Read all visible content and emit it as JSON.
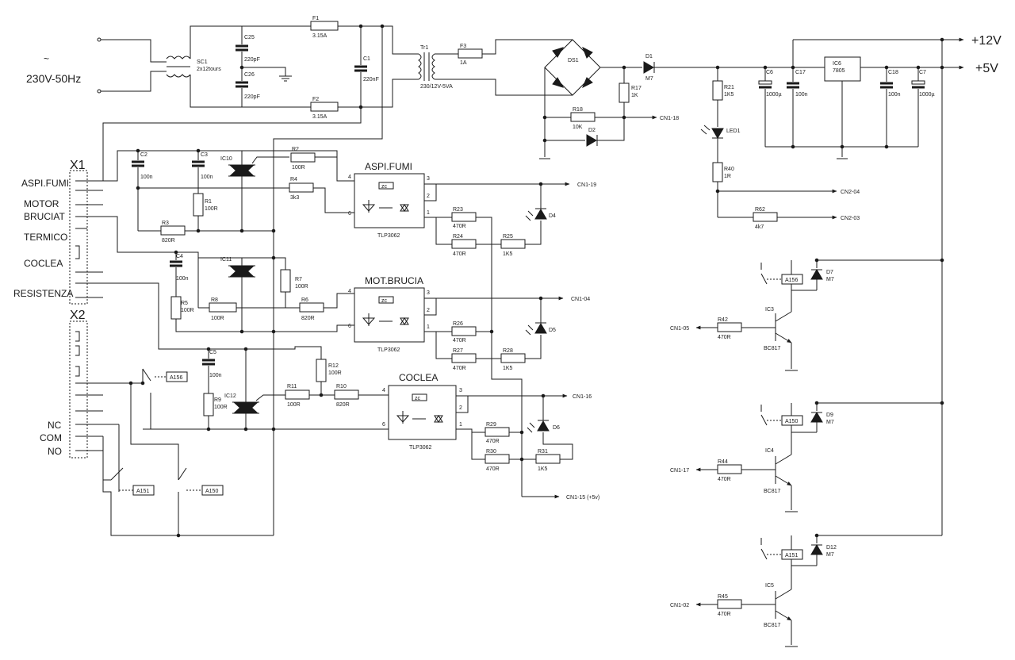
{
  "power_input": {
    "symbol": "~",
    "label": "230V-50Hz"
  },
  "rails": {
    "v12": "+12V",
    "v5": "+5V"
  },
  "components": {
    "SC1": [
      "SC1",
      "2x12tours"
    ],
    "C25": [
      "C25",
      "220pF"
    ],
    "C26": [
      "C26",
      "220pF"
    ],
    "F1": [
      "F1",
      "3.15A"
    ],
    "F2": [
      "F2",
      "3.15A"
    ],
    "C1": [
      "C1",
      "220nF"
    ],
    "Tr1": [
      "Tr1",
      "230/12V-5VA"
    ],
    "F3": [
      "F3",
      "1A"
    ],
    "DS1": [
      "DS1"
    ],
    "D1": [
      "D1",
      "M7"
    ],
    "R17": [
      "R17",
      "1K"
    ],
    "R18": [
      "R18",
      "10K"
    ],
    "D2": [
      "D2"
    ],
    "R21": [
      "R21",
      "1K5"
    ],
    "LED1": [
      "LED1"
    ],
    "R40": [
      "R40",
      "1R"
    ],
    "R62": [
      "R62",
      "4k7"
    ],
    "C6": [
      "C6",
      "1000µ"
    ],
    "C17": [
      "C17",
      "100n"
    ],
    "IC6": [
      "IC6",
      "7805"
    ],
    "C18": [
      "C18",
      "100n"
    ],
    "C7": [
      "C7",
      "1000µ"
    ],
    "C2": [
      "C2",
      "100n"
    ],
    "C3": [
      "C3",
      "100n"
    ],
    "IC10": [
      "IC10"
    ],
    "R2": [
      "R2",
      "100R"
    ],
    "R4": [
      "R4",
      "3k3"
    ],
    "R1": [
      "R1",
      "100R"
    ],
    "R3": [
      "R3",
      "820R"
    ],
    "C4": [
      "C4",
      "100n"
    ],
    "IC11": [
      "IC11"
    ],
    "R7": [
      "R7",
      "100R"
    ],
    "R5": [
      "R5",
      "100R"
    ],
    "R8": [
      "R8",
      "100R"
    ],
    "R6": [
      "R6",
      "820R"
    ],
    "C5": [
      "C5",
      "100n"
    ],
    "IC12": [
      "IC12"
    ],
    "R12": [
      "R12",
      "100R"
    ],
    "R9": [
      "R9",
      "100R"
    ],
    "R11": [
      "R11",
      "100R"
    ],
    "R10": [
      "R10",
      "820R"
    ],
    "R23": [
      "R23",
      "470R"
    ],
    "R24": [
      "R24",
      "470R"
    ],
    "R25": [
      "R25",
      "1K5"
    ],
    "D4": [
      "D4"
    ],
    "R26": [
      "R26",
      "470R"
    ],
    "R27": [
      "R27",
      "470R"
    ],
    "R28": [
      "R28",
      "1K5"
    ],
    "D5": [
      "D5"
    ],
    "R29": [
      "R29",
      "470R"
    ],
    "R30": [
      "R30",
      "470R"
    ],
    "R31": [
      "R31",
      "1K5"
    ],
    "D6": [
      "D6"
    ],
    "D7": [
      "D7",
      "M7"
    ],
    "D9": [
      "D9",
      "M7"
    ],
    "D12": [
      "D12",
      "M7"
    ],
    "IC3": [
      "IC3",
      "BC817"
    ],
    "IC4": [
      "IC4",
      "BC817"
    ],
    "IC5": [
      "IC5",
      "BC817"
    ],
    "R42": [
      "R42",
      "470R"
    ],
    "R44": [
      "R44",
      "470R"
    ],
    "R45": [
      "R45",
      "470R"
    ]
  },
  "opto": {
    "aspi": {
      "title": "ASPI.FUMI",
      "part": "TLP3062",
      "pin4": "4",
      "pin6": "6",
      "pin3": "3",
      "pin2": "2",
      "pin1": "1"
    },
    "motor": {
      "title": "MOT.BRUCIA",
      "part": "TLP3062",
      "pin4": "4",
      "pin6": "6",
      "pin3": "3",
      "pin2": "2",
      "pin1": "1"
    },
    "coclea": {
      "title": "COCLEA",
      "part": "TLP3062",
      "pin4": "4",
      "pin6": "6",
      "pin3": "3",
      "pin2": "2",
      "pin1": "1"
    }
  },
  "relays": {
    "A156": "A156",
    "A150": "A150",
    "A151": "A151"
  },
  "connectors": {
    "X1": {
      "title": "X1",
      "labels": [
        "ASPI.FUMI",
        "MOTOR",
        "BRUCIAT",
        "TERMICO",
        "COCLEA",
        "RESISTENZA"
      ]
    },
    "X2": {
      "title": "X2",
      "labels": [
        "NC",
        "COM",
        "NO"
      ]
    }
  },
  "net_labels": {
    "cn1_18": "CN1-18",
    "cn1_19": "CN1-19",
    "cn1_04": "CN1-04",
    "cn1_16": "CN1-16",
    "cn1_15": "CN1-15 (+5v)",
    "cn2_04": "CN2-04",
    "cn2_03": "CN2-03",
    "cn1_05": "CN1-05",
    "cn1_17": "CN1-17",
    "cn1_02": "CN1-02"
  }
}
